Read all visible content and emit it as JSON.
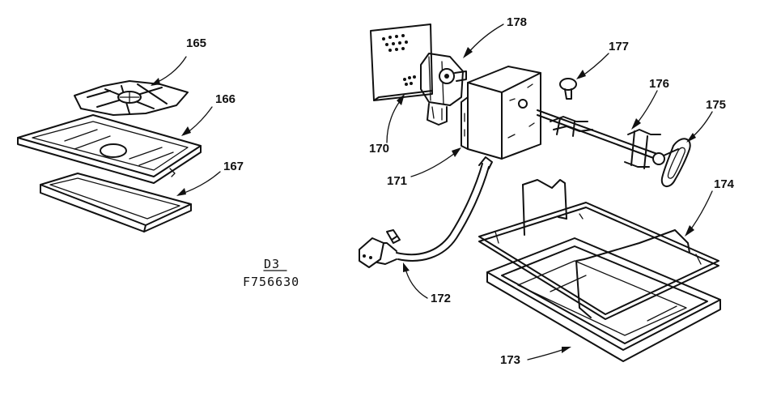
{
  "diagram": {
    "labels": [
      {
        "id": "165",
        "text": "165"
      },
      {
        "id": "166",
        "text": "166"
      },
      {
        "id": "167",
        "text": "167"
      },
      {
        "id": "170",
        "text": "170"
      },
      {
        "id": "171",
        "text": "171"
      },
      {
        "id": "172",
        "text": "172"
      },
      {
        "id": "173",
        "text": "173"
      },
      {
        "id": "174",
        "text": "174"
      },
      {
        "id": "175",
        "text": "175"
      },
      {
        "id": "176",
        "text": "176"
      },
      {
        "id": "177",
        "text": "177"
      },
      {
        "id": "178",
        "text": "178"
      }
    ],
    "drawing_code": {
      "top": "D3",
      "bottom": "F756630"
    }
  }
}
